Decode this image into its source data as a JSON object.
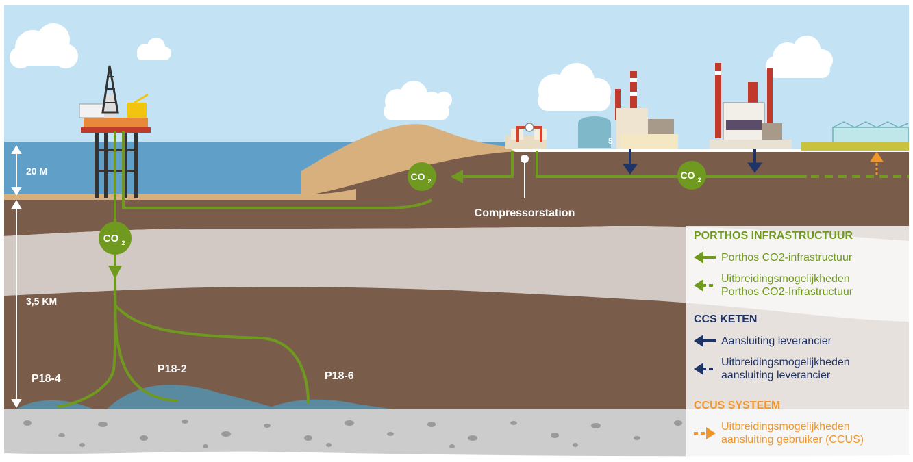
{
  "labels": {
    "depth_sea": "20 M",
    "depth_deep": "3,5 KM",
    "compressor": "Compressorstation",
    "co2_main": "CO",
    "co2_sub": "2",
    "field_1": "P18-4",
    "field_2": "P18-2",
    "field_3": "P18-6",
    "factory_number": "5"
  },
  "legend": {
    "sections": [
      {
        "title": "PORTHOS INFRASTRUCTUUR",
        "color": "#6f9a1f",
        "items": [
          {
            "icon": "solid-left-arrow-icon",
            "lines": [
              "Porthos CO2-infrastructuur"
            ]
          },
          {
            "icon": "dashed-left-arrow-icon",
            "lines": [
              "Uitbreidingsmogelijkheden",
              "Porthos CO2-Infrastructuur"
            ]
          }
        ]
      },
      {
        "title": "CCS KETEN",
        "color": "#1f3466",
        "items": [
          {
            "icon": "solid-left-arrow-icon",
            "lines": [
              "Aansluiting leverancier"
            ]
          },
          {
            "icon": "dashed-left-arrow-icon",
            "lines": [
              "Uitbreidingsmogelijkheden",
              "aansluiting leverancier"
            ]
          }
        ]
      },
      {
        "title": "CCUS SYSTEEM",
        "color": "#f0962a",
        "items": [
          {
            "icon": "dashed-right-arrow-icon",
            "lines": [
              "Uitbreidingsmogelijkheden",
              "aansluiting gebruiker (CCUS)"
            ]
          }
        ]
      }
    ]
  },
  "colors": {
    "green": "#6f9a1f",
    "navy": "#1f3466",
    "orange": "#f0962a",
    "sky": "#bfe0f2",
    "sea": "#5d9cc4",
    "sand": "#d8b07e",
    "earth": "#7a5c4a",
    "light_layer": "#d3c9c4",
    "reservoir": "#5a8aa0",
    "bedrock": "#c9c9c9"
  }
}
